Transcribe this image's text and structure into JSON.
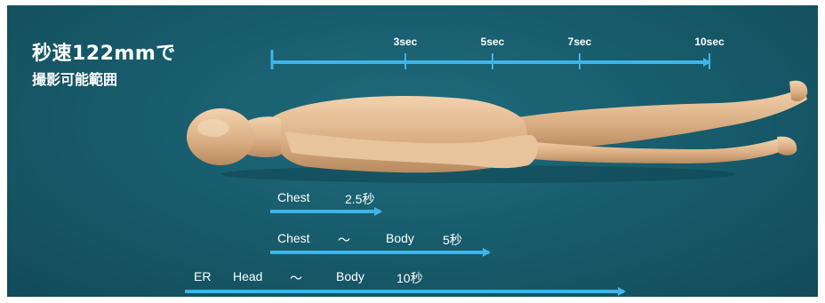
{
  "title": {
    "line1": "秒速122mmで",
    "line2": "撮影可能範囲"
  },
  "timeline": {
    "ticks": [
      "3sec",
      "5sec",
      "7sec",
      "10sec"
    ]
  },
  "ranges": [
    {
      "parts": [
        "Chest",
        "2.5秒"
      ]
    },
    {
      "parts": [
        "Chest",
        "～",
        "Body",
        "5秒"
      ]
    },
    {
      "parts": [
        "ER",
        "Head",
        "～",
        "Body",
        "10秒"
      ]
    }
  ],
  "colors": {
    "background": "#175a6a",
    "arrow": "#3fb4ea",
    "skin": "#e2b98f",
    "text": "#ffffff"
  }
}
